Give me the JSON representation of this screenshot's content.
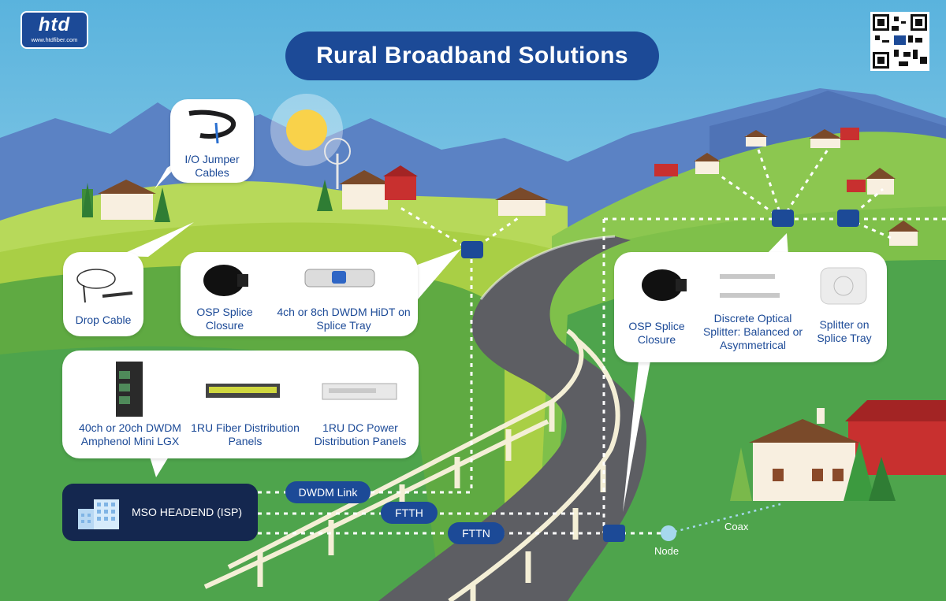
{
  "logo": {
    "brand": "htd",
    "url": "www.htdfiber.com"
  },
  "title": "Rural Broadband Solutions",
  "callouts": {
    "jumper": "I/O Jumper Cables",
    "drop": "Drop Cable",
    "osp_left": "OSP Splice Closure",
    "dwdm_tray": "4ch or 8ch DWDM HiDT on Splice Tray",
    "mini_lgx": "40ch or 20ch DWDM Amphenol Mini LGX",
    "fiber_panel": "1RU Fiber Distribution Panels",
    "dc_panel": "1RU DC Power Distribution Panels",
    "osp_right": "OSP Splice Closure",
    "splitter": "Discrete Optical Splitter: Balanced or Asymmetrical",
    "splitter_tray": "Splitter on Splice Tray"
  },
  "headend": "MSO HEADEND (ISP)",
  "links": {
    "dwdm": "DWDM Link",
    "ftth": "FTTH",
    "fttn": "FTTN"
  },
  "node_label": "Node",
  "coax_label": "Coax",
  "colors": {
    "brand": "#1c4a97",
    "headend": "#14274f",
    "grass": "#4ea44c",
    "sky": "#6cc0e2",
    "mountains": "#5b82c4"
  }
}
